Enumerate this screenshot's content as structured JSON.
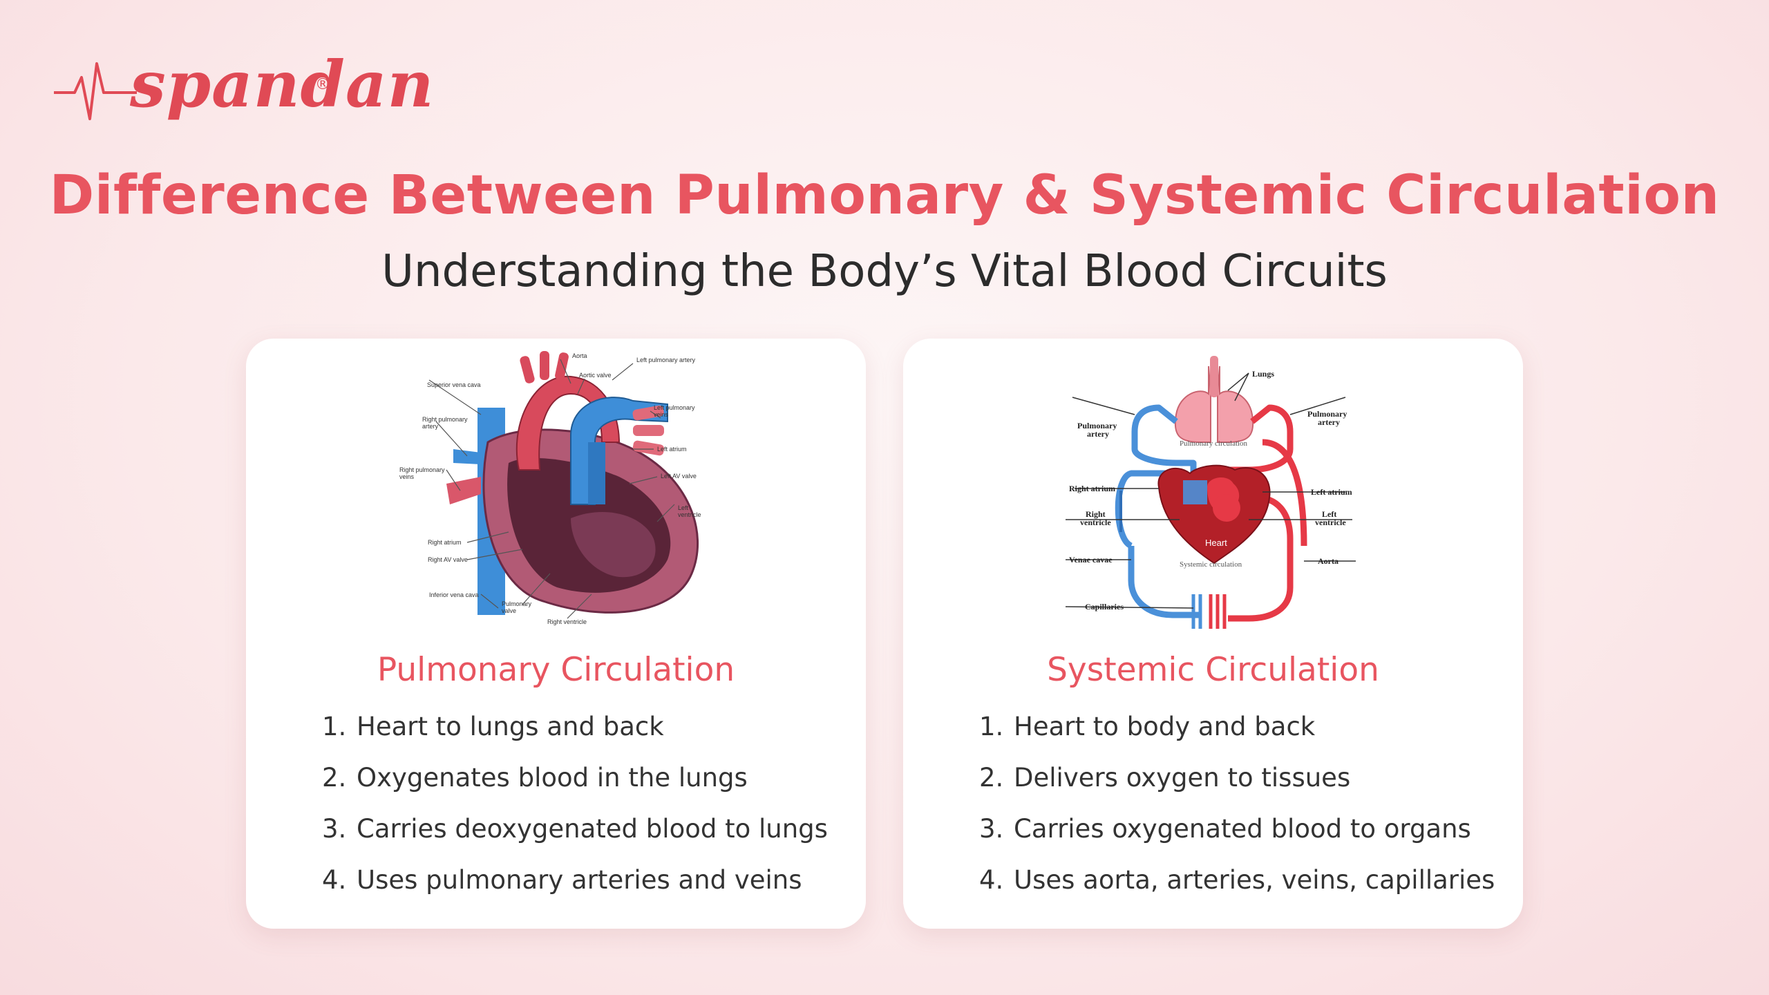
{
  "logo": {
    "text": "spandan",
    "reg": "®"
  },
  "header": {
    "title": "Difference Between Pulmonary & Systemic Circulation",
    "subtitle": "Understanding the Body’s Vital Blood Circuits"
  },
  "colors": {
    "accent": "#e85560",
    "text": "#2c2c2c",
    "card": "#ffffff",
    "artery": "#e63946",
    "vein": "#4a90d9"
  },
  "pulmonary": {
    "title": "Pulmonary Circulation",
    "diagram_labels": {
      "aorta": "Aorta",
      "aortic_valve": "Aortic valve",
      "left_pulmonary_artery": "Left pulmonary artery",
      "superior_vena_cava": "Superior vena cava",
      "right_pulmonary_artery_1": "Right pulmonary",
      "right_pulmonary_artery_2": "artery",
      "left_pulmonary_veins_1": "Left pulmonary",
      "left_pulmonary_veins_2": "veins",
      "left_atrium": "Left atrium",
      "right_pulmonary_veins_1": "Right pulmonary",
      "right_pulmonary_veins_2": "veins",
      "left_av_valve": "Left AV valve",
      "left_ventricle_1": "Left",
      "left_ventricle_2": "ventricle",
      "right_atrium": "Right atrium",
      "right_av_valve": "Right AV valve",
      "inferior_vena_cava": "Inferior vena cava",
      "pulmonary_valve_1": "Pulmonary",
      "pulmonary_valve_2": "valve",
      "right_ventricle": "Right ventricle"
    },
    "items": [
      {
        "num": "1.",
        "text": "Heart to lungs and back"
      },
      {
        "num": "2.",
        "text": "Oxygenates blood in the lungs"
      },
      {
        "num": "3.",
        "text": "Carries deoxygenated blood to lungs"
      },
      {
        "num": "4.",
        "text": "Uses pulmonary arteries and veins"
      }
    ]
  },
  "systemic": {
    "title": "Systemic Circulation",
    "diagram_labels": {
      "lungs": "Lungs",
      "pulmonary_artery_left_1": "Pulmonary",
      "pulmonary_artery_left_2": "artery",
      "pulmonary_artery_right_1": "Pulmonary",
      "pulmonary_artery_right_2": "artery",
      "pulmonary_circulation": "Pulmonary circulation",
      "right_atrium": "Right atrium",
      "left_atrium": "Left atrium",
      "right_ventricle_1": "Right",
      "right_ventricle_2": "ventricle",
      "left_ventricle_1": "Left",
      "left_ventricle_2": "ventricle",
      "heart": "Heart",
      "venae_cavae": "Venae cavae",
      "systemic_circulation": "Systemic circulation",
      "aorta": "Aorta",
      "capillaries": "Capillaries"
    },
    "items": [
      {
        "num": "1.",
        "text": "Heart to body and back"
      },
      {
        "num": "2.",
        "text": "Delivers oxygen to tissues"
      },
      {
        "num": "3.",
        "text": "Carries oxygenated blood to organs"
      },
      {
        "num": "4.",
        "text": "Uses aorta, arteries, veins, capillaries"
      }
    ]
  }
}
